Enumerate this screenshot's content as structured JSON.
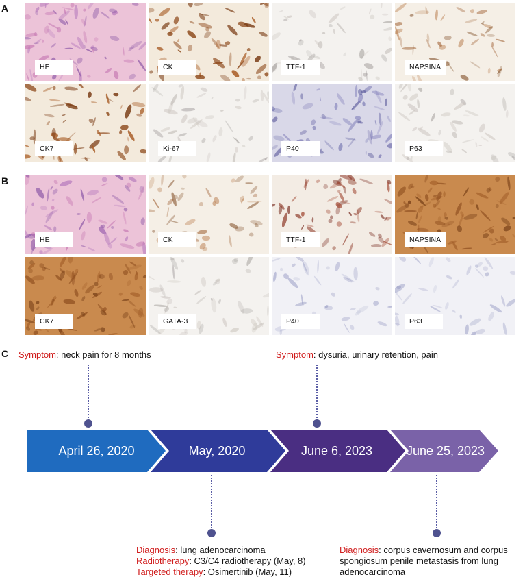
{
  "panels": {
    "A": {
      "letter": "A",
      "tiles": [
        {
          "label": "HE",
          "stain": "he"
        },
        {
          "label": "CK",
          "stain": "brown"
        },
        {
          "label": "TTF-1",
          "stain": "faint"
        },
        {
          "label": "NAPSINA",
          "stain": "brownlight"
        },
        {
          "label": "CK7",
          "stain": "brown"
        },
        {
          "label": "Ki-67",
          "stain": "faint"
        },
        {
          "label": "P40",
          "stain": "blue"
        },
        {
          "label": "P63",
          "stain": "faint"
        }
      ]
    },
    "B": {
      "letter": "B",
      "tiles": [
        {
          "label": "HE",
          "stain": "he"
        },
        {
          "label": "CK",
          "stain": "brownlight"
        },
        {
          "label": "TTF-1",
          "stain": "redbrown"
        },
        {
          "label": "NAPSINA",
          "stain": "brownheavy"
        },
        {
          "label": "CK7",
          "stain": "brownheavy"
        },
        {
          "label": "GATA-3",
          "stain": "faint"
        },
        {
          "label": "P40",
          "stain": "faintblue"
        },
        {
          "label": "P63",
          "stain": "faintblue"
        }
      ]
    }
  },
  "timeline": {
    "letter": "C",
    "colors": [
      "#1f6bbf",
      "#2f3b9a",
      "#4a2e82",
      "#7a62a8"
    ],
    "steps": [
      {
        "label": "April 26, 2020"
      },
      {
        "label": "May, 2020"
      },
      {
        "label": "June 6, 2023"
      },
      {
        "label": "June 25, 2023"
      }
    ],
    "top_events": [
      {
        "key": "Symptom",
        "text": ": neck pain for 8 months"
      },
      {
        "key": "Symptom",
        "text": ": dysuria, urinary retention, pain"
      }
    ],
    "bottom_events": [
      {
        "lines": [
          {
            "key": "Diagnosis",
            "text": ": lung adenocarcinoma"
          },
          {
            "key": "Radiotherapy",
            "text": ": C3/C4 radiotherapy (May, 8)"
          },
          {
            "key": "Targeted therapy",
            "text": ": Osimertinib (May, 11)"
          }
        ]
      },
      {
        "lines": [
          {
            "key": "Diagnosis",
            "text": ": corpus cavernosum and corpus"
          },
          {
            "key": "",
            "text": "spongiosum penile metastasis from lung"
          },
          {
            "key": "",
            "text": "adenocarcinoma"
          }
        ]
      }
    ]
  }
}
